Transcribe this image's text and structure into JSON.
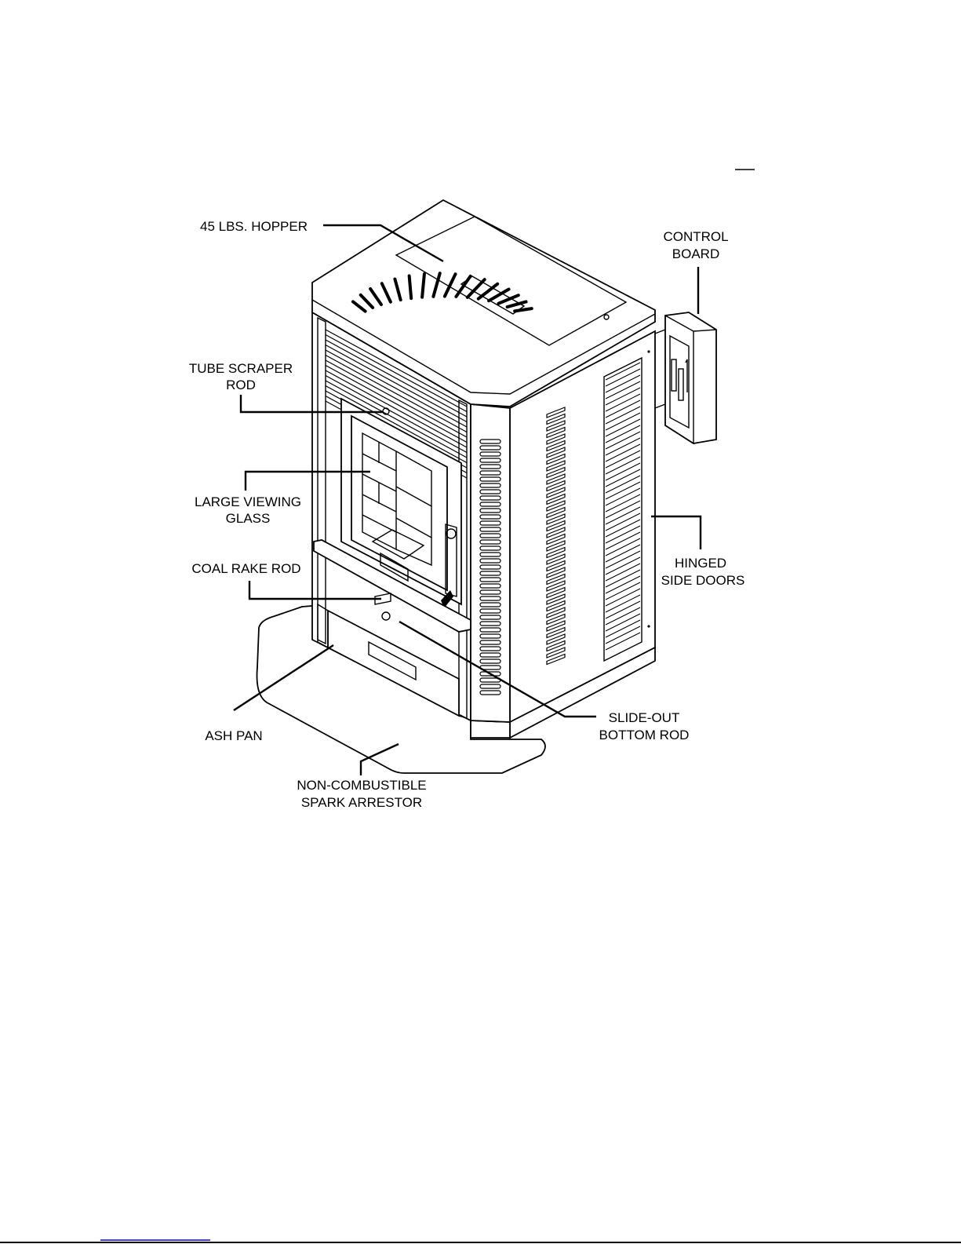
{
  "figure": {
    "subject": "pellet stove",
    "labels": {
      "hopper": "45 LBS. HOPPER",
      "control_board_1": "CONTROL",
      "control_board_2": "BOARD",
      "tube_scraper_1": "TUBE SCRAPER",
      "tube_scraper_2": "ROD",
      "viewing_glass_1": "LARGE VIEWING",
      "viewing_glass_2": "GLASS",
      "coal_rake": "COAL RAKE ROD",
      "hinged_doors_1": "HINGED",
      "hinged_doors_2": "SIDE DOORS",
      "ash_pan": "ASH PAN",
      "slide_out_1": "SLIDE-OUT",
      "slide_out_2": "BOTTOM ROD",
      "spark_arrestor_1": "NON-COMBUSTIBLE",
      "spark_arrestor_2": "SPARK ARRESTOR"
    }
  },
  "colors": {
    "line": "#000000",
    "background": "#ffffff",
    "footer_link": "#0000ee"
  }
}
